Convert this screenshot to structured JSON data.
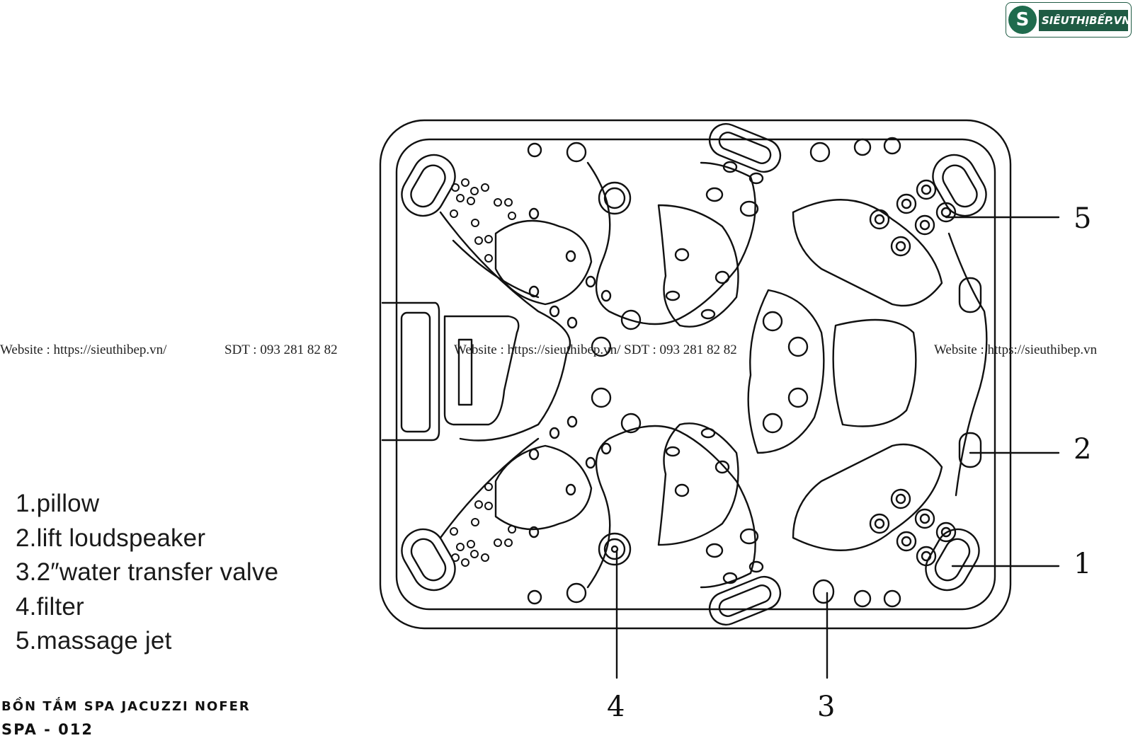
{
  "logo": {
    "mark": "S",
    "text": "SIÊUTHỊBẾP.VN"
  },
  "legend": [
    "1.pillow",
    "2.lift loudspeaker",
    "3.2″water transfer valve",
    "4.filter",
    "5.massage jet"
  ],
  "callouts": [
    "5",
    "2",
    "1",
    "4",
    "3"
  ],
  "watermark": {
    "left": "Website : https://sieuthibep.vn/",
    "left_phone": "SDT : 093 281 82 82",
    "center": "Website : https://sieuthibep.vn/ SDT : 093 281 82 82",
    "right": "Website : https://sieuthibep.vn"
  },
  "product": {
    "name": "BỒN TẮM SPA JACUZZI NOFER",
    "code": "SPA - 012"
  }
}
